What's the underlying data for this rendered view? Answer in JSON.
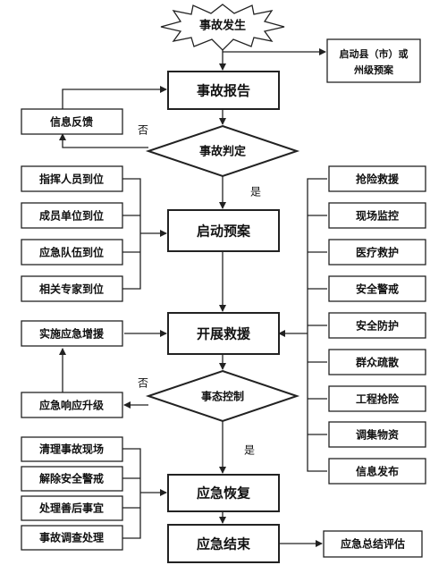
{
  "start": "事故发生",
  "main": {
    "report": "事故报告",
    "judge": "事故判定",
    "plan": "启动预案",
    "rescue": "开展救援",
    "control": "事态控制",
    "recover": "应急恢复",
    "end": "应急结束"
  },
  "county_plan": [
    "启动县（市）或",
    "州级预案"
  ],
  "feedback": "信息反馈",
  "no1": "否",
  "yes1": "是",
  "no2": "否",
  "yes2": "是",
  "reinforce": "实施应急增援",
  "upgrade": "应急响应升级",
  "summary": "应急总结评估",
  "left_arrivals": [
    "指挥人员到位",
    "成员单位到位",
    "应急队伍到位",
    "相关专家到位"
  ],
  "left_recovery": [
    "清理事故现场",
    "解除安全警戒",
    "处理善后事宜",
    "事故调查处理"
  ],
  "right_actions": [
    "抢险救援",
    "现场监控",
    "医疗救护",
    "安全警戒",
    "安全防护",
    "群众疏散",
    "工程抢险",
    "调集物资",
    "信息发布"
  ]
}
